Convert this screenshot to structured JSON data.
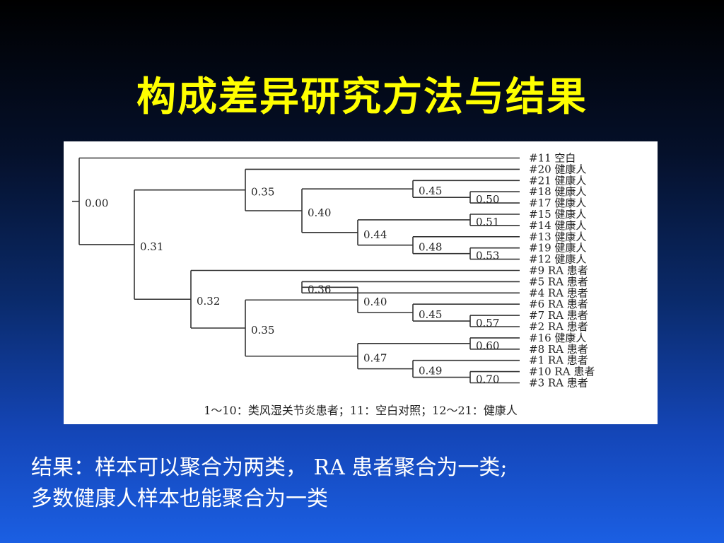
{
  "slide": {
    "title": "构成差异研究方法与结果",
    "result_line1": "结果：样本可以聚合为两类， RA 患者聚合为一类;",
    "result_line2": "多数健康人样本也能聚合为一类"
  },
  "dendrogram": {
    "leaves": [
      "#11 空白",
      "#20 健康人",
      "#21 健康人",
      "#18 健康人",
      "#17 健康人",
      "#15 健康人",
      "#14 健康人",
      "#13 健康人",
      "#19 健康人",
      "#12 健康人",
      "#9 RA 患者",
      "#5 RA 患者",
      "#4 RA 患者",
      "#6 RA 患者",
      "#7 RA 患者",
      "#2 RA 患者",
      "#16 健康人",
      "#8 RA 患者",
      "#1 RA 患者",
      "#10 RA 患者",
      "#3 RA 患者"
    ],
    "nodes": [
      {
        "id": "n50",
        "value": "0.50",
        "children": [
          "L3",
          "L4"
        ]
      },
      {
        "id": "n45a",
        "value": "0.45",
        "children": [
          "L2",
          "n50"
        ]
      },
      {
        "id": "n51",
        "value": "0.51",
        "children": [
          "L5",
          "L6"
        ]
      },
      {
        "id": "n53",
        "value": "0.53",
        "children": [
          "L8",
          "L9"
        ]
      },
      {
        "id": "n48",
        "value": "0.48",
        "children": [
          "L7",
          "n53"
        ]
      },
      {
        "id": "n44",
        "value": "0.44",
        "children": [
          "n51",
          "n48"
        ]
      },
      {
        "id": "n40a",
        "value": "0.40",
        "children": [
          "n45a",
          "n44"
        ]
      },
      {
        "id": "n35a",
        "value": "0.35",
        "children": [
          "L1",
          "n40a"
        ]
      },
      {
        "id": "n36",
        "value": "0.36",
        "children": [
          "L11",
          "L12"
        ]
      },
      {
        "id": "n57",
        "value": "0.57",
        "children": [
          "L14",
          "L15"
        ]
      },
      {
        "id": "n45b",
        "value": "0.45",
        "children": [
          "L13",
          "n57"
        ]
      },
      {
        "id": "n40b",
        "value": "0.40",
        "children": [
          "n36",
          "n45b"
        ]
      },
      {
        "id": "n60",
        "value": "0.60",
        "children": [
          "L16",
          "L17"
        ]
      },
      {
        "id": "n70",
        "value": "0.70",
        "children": [
          "L19",
          "L20"
        ]
      },
      {
        "id": "n49",
        "value": "0.49",
        "children": [
          "L18",
          "n70"
        ]
      },
      {
        "id": "n47",
        "value": "0.47",
        "children": [
          "n60",
          "n49"
        ]
      },
      {
        "id": "n35b",
        "value": "0.35",
        "children": [
          "n40b",
          "n47"
        ]
      },
      {
        "id": "n32",
        "value": "0.32",
        "children": [
          "L10",
          "n35b"
        ]
      },
      {
        "id": "n31",
        "value": "0.31",
        "children": [
          "n35a",
          "n32"
        ]
      },
      {
        "id": "n00",
        "value": "0.00",
        "children": [
          "L0",
          "n31"
        ]
      }
    ],
    "caption": "1～10：类风湿关节炎患者；11：空白对照；12～21：健康人"
  }
}
